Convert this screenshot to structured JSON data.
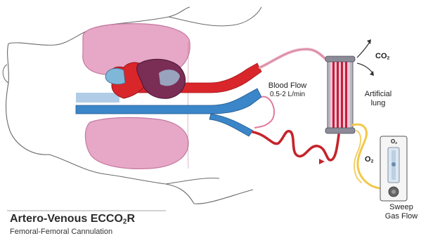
{
  "title": {
    "main_pre": "Artero-Venous ECCO",
    "main_sub": "2",
    "main_post": "R",
    "subtitle": "Femoral-Femoral Cannulation"
  },
  "labels": {
    "blood_flow": "Blood Flow",
    "blood_flow_rate": "0.5-2 L/min",
    "artificial_lung_line1": "Artificial",
    "artificial_lung_line2": "lung",
    "co2_text": "CO",
    "co2_sub": "2",
    "o2_text": "O",
    "o2_sub": "2",
    "o2_meter_text": "O",
    "o2_meter_sub": "2",
    "sweep_line1": "Sweep",
    "sweep_line2": "Gas Flow"
  },
  "colors": {
    "artery_red": "#d9262b",
    "vein_blue": "#3a86c8",
    "lung_pink": "#e7a7c6",
    "heart_purple": "#7a2d55",
    "gas_yellow": "#f2c84b",
    "outline": "#555555"
  }
}
